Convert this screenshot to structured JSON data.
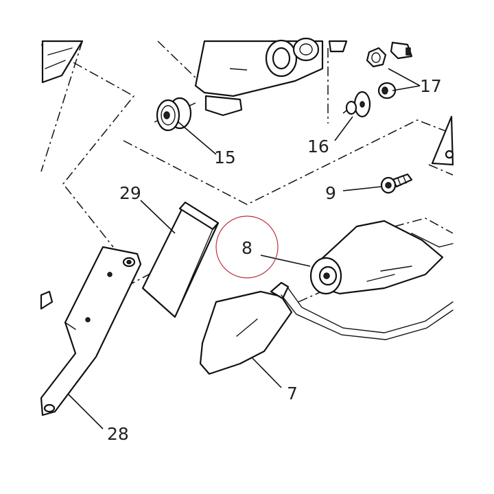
{
  "callouts": {
    "c7": "7",
    "c8": "8",
    "c9": "9",
    "c15": "15",
    "c16": "16",
    "c17": "17",
    "c28": "28",
    "c29": "29"
  },
  "highlight": {
    "target": "8",
    "color": "#b8303e"
  },
  "colors": {
    "line": "#111111",
    "background": "#ffffff"
  }
}
